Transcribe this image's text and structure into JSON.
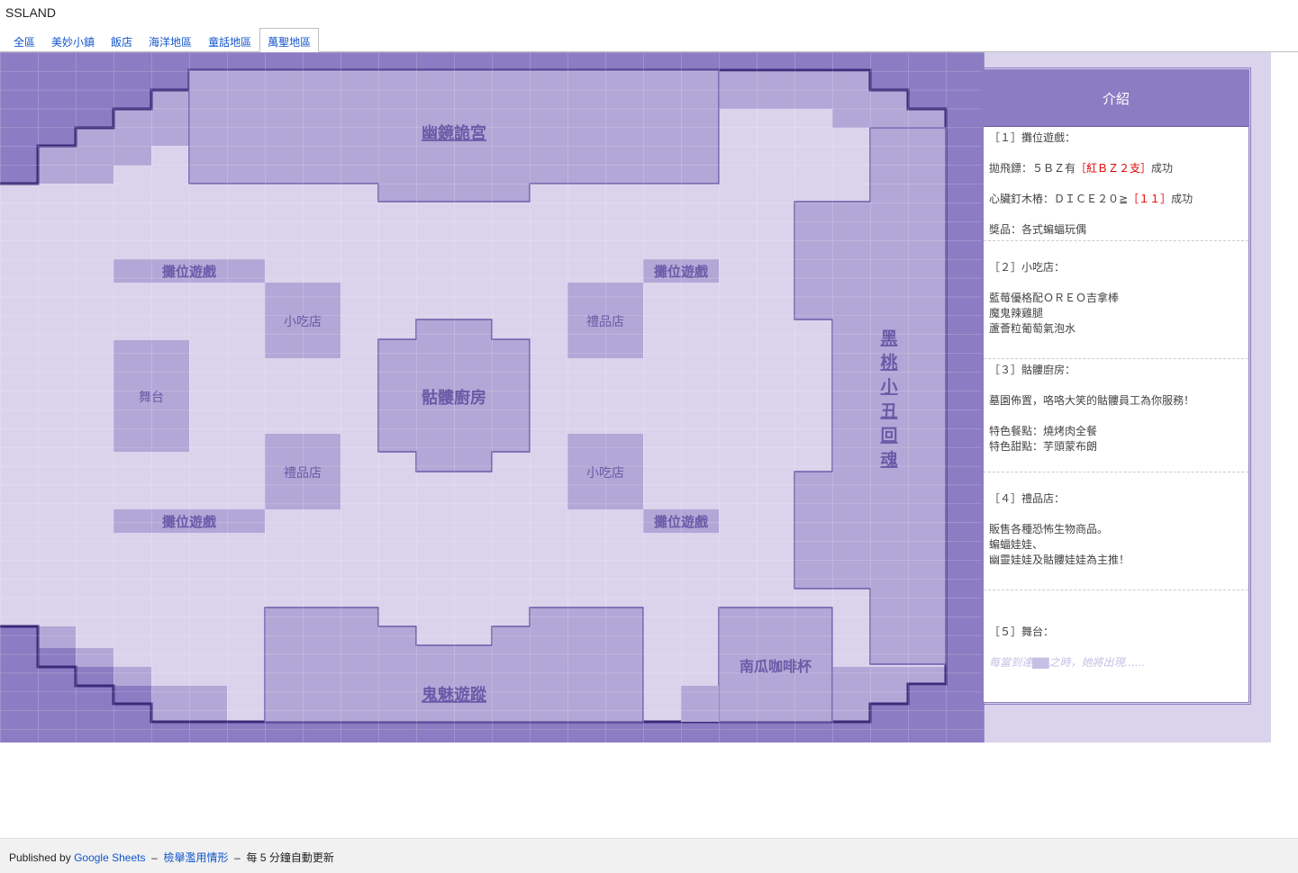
{
  "doc": {
    "title": "SSLAND"
  },
  "tabs": [
    {
      "label": "全區"
    },
    {
      "label": "美妙小鎮"
    },
    {
      "label": "飯店"
    },
    {
      "label": "海洋地區"
    },
    {
      "label": "童話地區"
    },
    {
      "label": "萬聖地區",
      "active": true
    }
  ],
  "map": {
    "zones": {
      "palace": "幽鏡詭宮",
      "kitchen": "骷髏廚房",
      "clown": [
        "黑",
        "桃",
        "小",
        "丑",
        "回",
        "魂"
      ],
      "ghost_trail": "鬼魅遊蹤",
      "pumpkin": "南瓜咖啡杯",
      "booth_tl": "攤位遊戲",
      "booth_tr": "攤位遊戲",
      "booth_bl": "攤位遊戲",
      "booth_br": "攤位遊戲",
      "snack_l": "小吃店",
      "snack_r": "小吃店",
      "gift_l": "禮品店",
      "gift_r": "禮品店",
      "stage": "舞台"
    },
    "colors": {
      "outer": "#8b7cc3",
      "ground": "#dad3ec",
      "building": "#b2a7d6",
      "label": "#6b5aa8",
      "wall": "#3a2a7a"
    }
  },
  "info": {
    "heading": "介紹",
    "sections": [
      {
        "title": "［１］攤位遊戲：",
        "lines": [
          {
            "a": "拋飛鏢：５ＢＺ有",
            "r": "［紅ＢＺ２支］",
            "b": "成功"
          },
          {
            "a": "心臟釘木樁：ＤＩＣＥ２０≧",
            "r": "［１１］",
            "b": "成功"
          },
          {
            "a": "獎品：各式蝙蝠玩偶",
            "r": "",
            "b": ""
          }
        ]
      },
      {
        "title": "［２］小吃店：",
        "lines": [
          "藍莓優格配ＯＲＥＯ吉拿棒",
          "魔鬼辣雞腿",
          "蘆薈粒葡萄氣泡水"
        ]
      },
      {
        "title": "［３］骷髏廚房：",
        "lines": [
          "墓園佈置，咯咯大笑的骷髏員工為你服務！",
          "",
          "特色餐點：燒烤肉全餐",
          "特色甜點：芋頭蒙布朗"
        ]
      },
      {
        "title": "［４］禮品店：",
        "lines": [
          "販售各種恐怖生物商品。",
          "蝙蝠娃娃、",
          "幽靈娃娃及骷髏娃娃為主推！"
        ]
      },
      {
        "title": "［５］舞台：",
        "ghost": "每當到達▇▇之時，她將出現......"
      }
    ]
  },
  "footer": {
    "published_by": "Published by",
    "sheets_link": "Google Sheets",
    "dash1": "–",
    "report": "檢舉濫用情形",
    "dash2": "–",
    "refresh": "每 5 分鐘自動更新"
  }
}
